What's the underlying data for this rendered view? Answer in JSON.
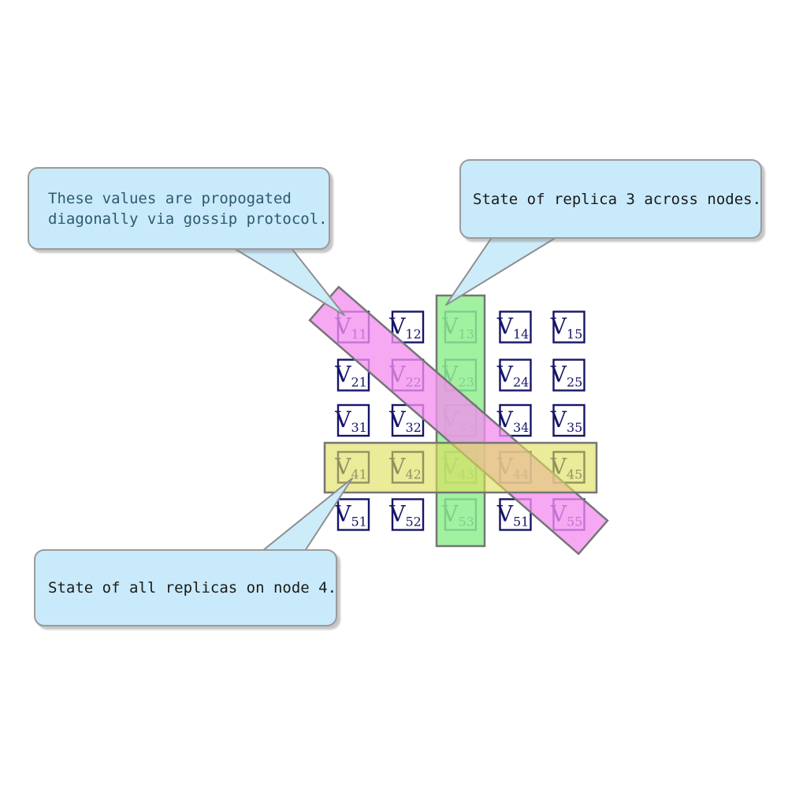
{
  "grid": {
    "symbol": "V",
    "rows": [
      [
        "11",
        "12",
        "13",
        "14",
        "15"
      ],
      [
        "21",
        "22",
        "23",
        "24",
        "25"
      ],
      [
        "31",
        "32",
        "33",
        "34",
        "35"
      ],
      [
        "41",
        "42",
        "43",
        "44",
        "45"
      ],
      [
        "51",
        "52",
        "53",
        "51",
        "55"
      ]
    ]
  },
  "callouts": [
    {
      "name": "gossip-diagonal",
      "lines": [
        "These values are propogated",
        "diagonally via gossip protocol."
      ],
      "text_color": "#2e5a6e"
    },
    {
      "name": "replica-3-column",
      "lines": [
        "State of replica 3 across nodes."
      ],
      "text_color": "#1a1a1a"
    },
    {
      "name": "node-4-row",
      "lines": [
        "State of all replicas on node 4."
      ],
      "text_color": "#1a1a1a"
    }
  ],
  "highlights": {
    "column": {
      "label": "replica-3-column-highlight",
      "color": "#90EE90"
    },
    "row": {
      "label": "node-4-row-highlight",
      "color": "#DFDF5A"
    },
    "diagonal": {
      "label": "gossip-diagonal-highlight",
      "color": "#F48FF0"
    }
  },
  "colors": {
    "callout_fill": "#c9eafa",
    "callout_border": "#9b9b9b",
    "pointer_fill": "#c9eafa",
    "pointer_border": "#8e8e8e",
    "band_border": "#757575",
    "cell_border": "#15156a",
    "cell_text": "#15156a"
  }
}
